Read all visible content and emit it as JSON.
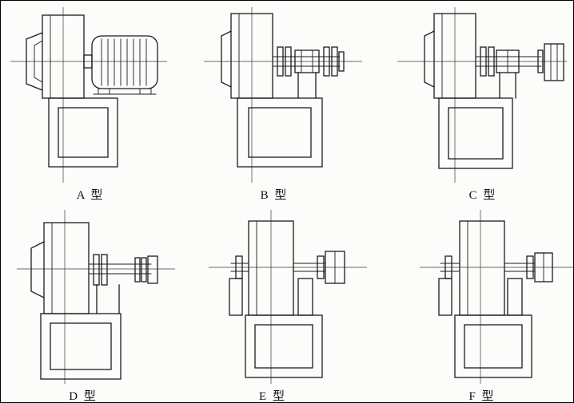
{
  "figure": {
    "background": "#fcfcfa",
    "line_color": "#1c1c1c",
    "description_name": "fan-drive-arrangement-types"
  },
  "diagrams": [
    {
      "id": "A",
      "label": "A 型"
    },
    {
      "id": "B",
      "label": "B 型"
    },
    {
      "id": "C",
      "label": "C 型"
    },
    {
      "id": "D",
      "label": "D 型"
    },
    {
      "id": "E",
      "label": "E 型"
    },
    {
      "id": "F",
      "label": "F 型"
    }
  ]
}
